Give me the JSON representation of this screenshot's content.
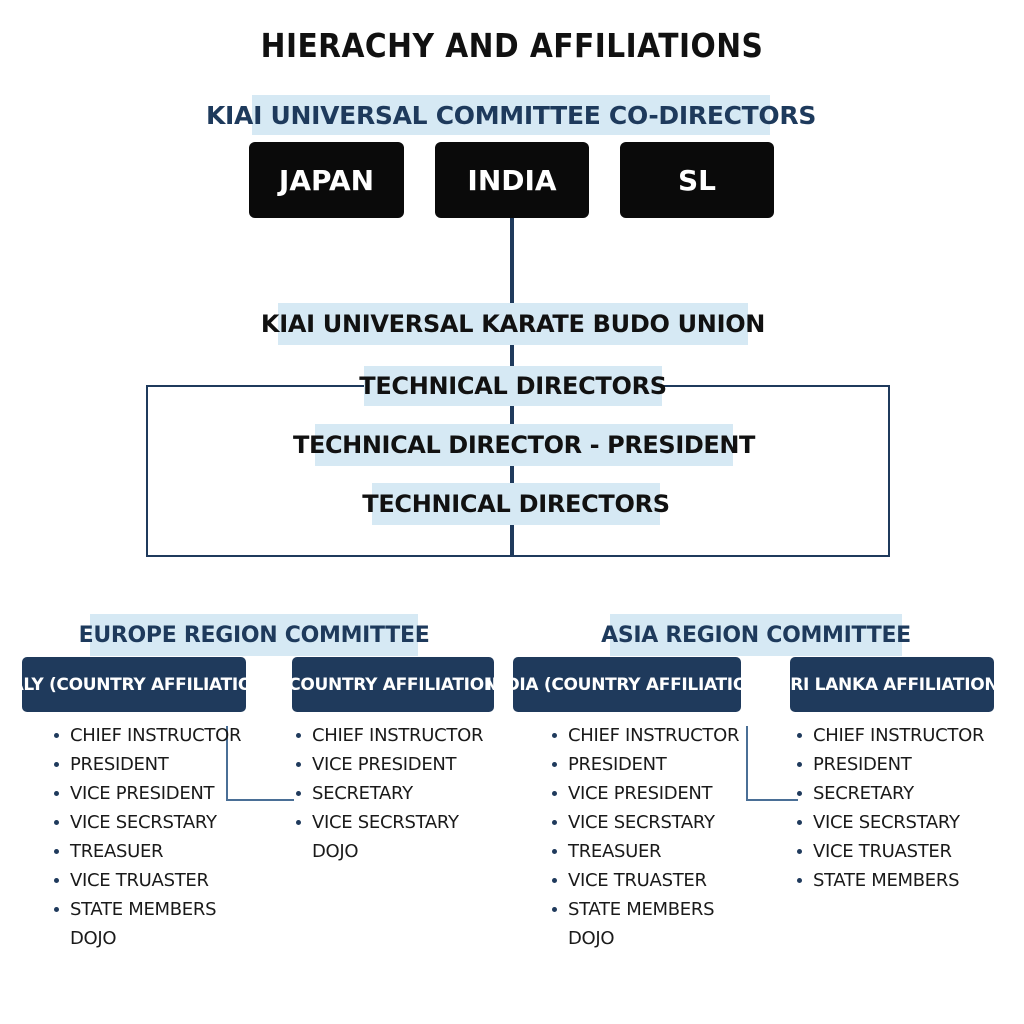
{
  "title": "HIERACHY AND AFFILIATIONS",
  "co_directors": {
    "heading": "KIAI UNIVERSAL COMMITTEE CO-DIRECTORS",
    "countries": [
      "JAPAN",
      "INDIA",
      "SL"
    ]
  },
  "union": {
    "name": "KIAI UNIVERSAL KARATE BUDO UNION",
    "technical_directors_top": "TECHNICAL DIRECTORS",
    "technical_director_president": "TECHNICAL DIRECTOR - PRESIDENT",
    "technical_directors_bottom": "TECHNICAL DIRECTORS"
  },
  "regions": [
    {
      "name": "EUROPE REGION COMMITTEE",
      "affiliations": [
        {
          "label": "ITALY (COUNTRY AFFILIATION)",
          "roles": [
            "CHIEF INSTRUCTOR",
            "PRESIDENT",
            "VICE PRESIDENT",
            "VICE SECRSTARY",
            "TREASUER",
            "VICE TRUASTER",
            "STATE MEMBERS"
          ],
          "trailing": "DOJO"
        },
        {
          "label": "(COUNTRY AFFILIATION)",
          "roles": [
            "CHIEF INSTRUCTOR",
            "VICE PRESIDENT",
            "SECRETARY",
            "VICE SECRSTARY"
          ],
          "trailing": "DOJO"
        }
      ]
    },
    {
      "name": "ASIA REGION COMMITTEE",
      "affiliations": [
        {
          "label": "INDIA (COUNTRY AFFILIATION)",
          "roles": [
            "CHIEF INSTRUCTOR",
            "PRESIDENT",
            "VICE PRESIDENT",
            "VICE SECRSTARY",
            "TREASUER",
            "VICE TRUASTER",
            "STATE MEMBERS"
          ],
          "trailing": "DOJO"
        },
        {
          "label": "SRI LANKA AFFILIATION)",
          "roles": [
            "CHIEF INSTRUCTOR",
            "PRESIDENT",
            "SECRETARY",
            "VICE SECRSTARY",
            "VICE TRUASTER",
            "STATE MEMBERS"
          ],
          "trailing": ""
        }
      ]
    }
  ],
  "colors": {
    "band_fill": "#d6e9f4",
    "band_text": "#1e3a5c",
    "navy": "#1f3a5c",
    "black": "#0a0a0a"
  }
}
